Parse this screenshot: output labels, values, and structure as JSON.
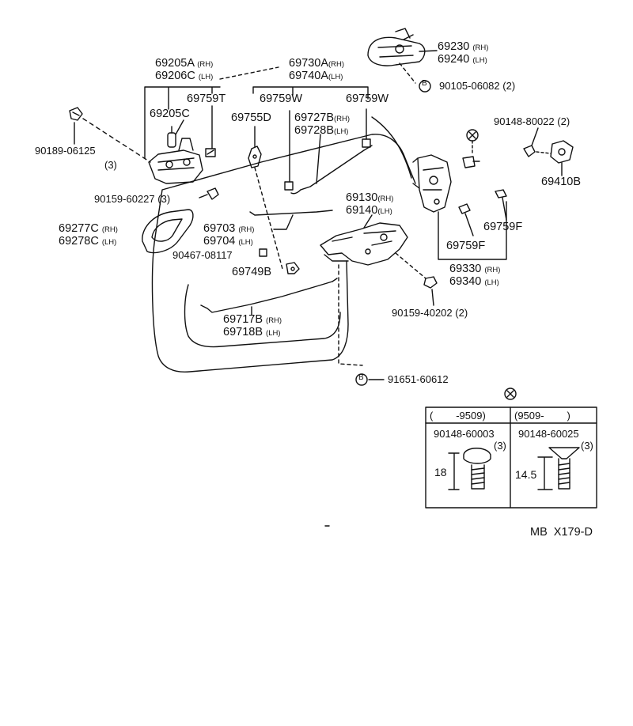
{
  "parts": [
    {
      "id": "p69230",
      "lines": [
        {
          "num": "69230",
          "sub": "(RH)"
        },
        {
          "num": "69240",
          "sub": "(LH)"
        }
      ]
    },
    {
      "id": "p69205a",
      "lines": [
        {
          "num": "69205A",
          "sub": "(RH)"
        },
        {
          "num": "69206C",
          "sub": "(LH)"
        }
      ]
    },
    {
      "id": "p69730a",
      "lines": [
        {
          "num": "69730A",
          "sub": "(RH)"
        },
        {
          "num": "69740A",
          "sub": "(LH)"
        }
      ]
    },
    {
      "id": "p90105",
      "lines": [
        {
          "num": "90105-06082",
          "sub": "(2)"
        }
      ]
    },
    {
      "id": "p69759t",
      "lines": [
        {
          "num": "69759T",
          "sub": ""
        }
      ]
    },
    {
      "id": "p69759w1",
      "lines": [
        {
          "num": "69759W",
          "sub": ""
        }
      ]
    },
    {
      "id": "p69759w2",
      "lines": [
        {
          "num": "69759W",
          "sub": ""
        }
      ]
    },
    {
      "id": "p69205c",
      "lines": [
        {
          "num": "69205C",
          "sub": ""
        }
      ]
    },
    {
      "id": "p69755d",
      "lines": [
        {
          "num": "69755D",
          "sub": ""
        }
      ]
    },
    {
      "id": "p69727b",
      "lines": [
        {
          "num": "69727B",
          "sub": "(RH)"
        },
        {
          "num": "69728B",
          "sub": "(LH)"
        }
      ]
    },
    {
      "id": "p90148a",
      "lines": [
        {
          "num": "90148-80022",
          "sub": "(2)"
        }
      ]
    },
    {
      "id": "p90189",
      "lines": [
        {
          "num": "90189-06125",
          "sub": ""
        },
        {
          "num": "(3)",
          "sub": ""
        }
      ]
    },
    {
      "id": "p69410b",
      "lines": [
        {
          "num": "69410B",
          "sub": ""
        }
      ]
    },
    {
      "id": "p90159a",
      "lines": [
        {
          "num": "90159-60227",
          "sub": "(3)"
        }
      ]
    },
    {
      "id": "p69130",
      "lines": [
        {
          "num": "69130",
          "sub": "(RH)"
        },
        {
          "num": "69140",
          "sub": "(LH)"
        }
      ]
    },
    {
      "id": "p69277c",
      "lines": [
        {
          "num": "69277C",
          "sub": "(RH)"
        },
        {
          "num": "69278C",
          "sub": "(LH)"
        }
      ]
    },
    {
      "id": "p69703",
      "lines": [
        {
          "num": "69703",
          "sub": "(RH)"
        },
        {
          "num": "69704",
          "sub": "(LH)"
        }
      ]
    },
    {
      "id": "p69759f1",
      "lines": [
        {
          "num": "69759F",
          "sub": ""
        }
      ]
    },
    {
      "id": "p69759f2",
      "lines": [
        {
          "num": "69759F",
          "sub": ""
        }
      ]
    },
    {
      "id": "p90467",
      "lines": [
        {
          "num": "90467-08117",
          "sub": ""
        }
      ]
    },
    {
      "id": "p69330",
      "lines": [
        {
          "num": "69330",
          "sub": "(RH)"
        },
        {
          "num": "69340",
          "sub": "(LH)"
        }
      ]
    },
    {
      "id": "p69749b",
      "lines": [
        {
          "num": "69749B",
          "sub": ""
        }
      ]
    },
    {
      "id": "p90159b",
      "lines": [
        {
          "num": "90159-40202",
          "sub": "(2)"
        }
      ]
    },
    {
      "id": "p69717b",
      "lines": [
        {
          "num": "69717B",
          "sub": "(RH)"
        },
        {
          "num": "69718B",
          "sub": "(LH)"
        }
      ]
    },
    {
      "id": "p91651",
      "lines": [
        {
          "num": "91651-60612",
          "sub": ""
        }
      ]
    }
  ],
  "symbols": {
    "bolt_marker": "B",
    "screw_marker": "screw-head-icon"
  },
  "table": {
    "headers": [
      "(        -9509)",
      "(9509-        )"
    ],
    "col1": {
      "part": "90148-60003",
      "qty": "(3)",
      "dimension": "18"
    },
    "col2": {
      "part": "90148-60025",
      "qty": "(3)",
      "dimension": "14.5"
    }
  },
  "footer_code": "MB  X179-D"
}
